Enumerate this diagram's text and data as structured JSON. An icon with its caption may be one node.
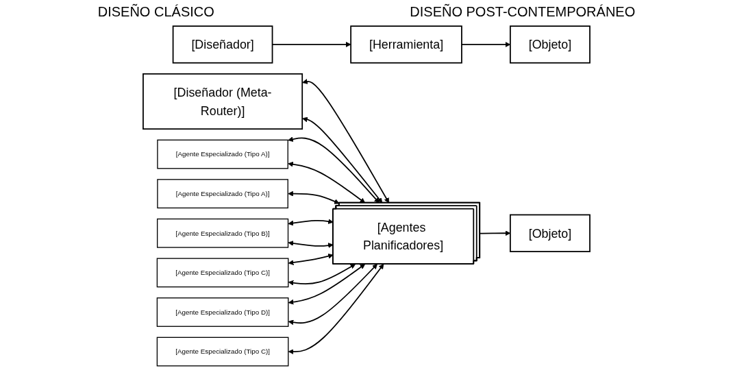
{
  "diagram": {
    "nodes": [
      {
        "text": [
          "[Diseñador]"
        ]
      },
      {
        "text": [
          "[Herramienta]"
        ]
      },
      {
        "text": [
          "[Objeto]"
        ]
      },
      {
        "text": [
          "[Diseñador (Meta-Router)]"
        ]
      },
      {
        "text": [
          "[Agentes Planificadores]"
        ]
      },
      {
        "text": [
          "[Agente Especializado (Tipo A)]"
        ]
      },
      {
        "text": [
          "[Agente Especializado (Tipo A)]"
        ]
      },
      {
        "text": [
          "[Agente Especializado (Tipo B)]"
        ]
      },
      {
        "text": [
          "[Agente Especializado (Tipo C)]"
        ]
      },
      {
        "text": [
          "[Agente Especializado (Tipo D)]"
        ]
      },
      {
        "text": [
          "[Agente Especializado (Tipo C)]"
        ]
      },
      {
        "text": [
          "[Objeto]"
        ]
      }
    ],
    "edges": [
      {
        "from": 0,
        "to": 1,
        "arrow": "to"
      },
      {
        "from": 1,
        "to": 2,
        "arrow": "to"
      },
      {
        "from": 3,
        "to": 4,
        "arrow": "both"
      },
      {
        "from": 3,
        "to": 4,
        "arrow": "both"
      },
      {
        "from": 5,
        "to": 4,
        "arrow": "both"
      },
      {
        "from": 5,
        "to": 4,
        "arrow": "both"
      },
      {
        "from": 6,
        "to": 4,
        "arrow": "both"
      },
      {
        "from": 7,
        "to": 4,
        "arrow": "both"
      },
      {
        "from": 7,
        "to": 4,
        "arrow": "both"
      },
      {
        "from": 8,
        "to": 4,
        "arrow": "both"
      },
      {
        "from": 8,
        "to": 4,
        "arrow": "both"
      },
      {
        "from": 9,
        "to": 4,
        "arrow": "both"
      },
      {
        "from": 9,
        "to": 4,
        "arrow": "both"
      },
      {
        "from": 10,
        "to": 4,
        "arrow": "both"
      },
      {
        "from": 4,
        "to": 11,
        "arrow": "to"
      }
    ],
    "labels": [
      "DISEÑO CLÁSICO",
      "DISEÑO POST-CONTEMPORÁNEO"
    ]
  }
}
